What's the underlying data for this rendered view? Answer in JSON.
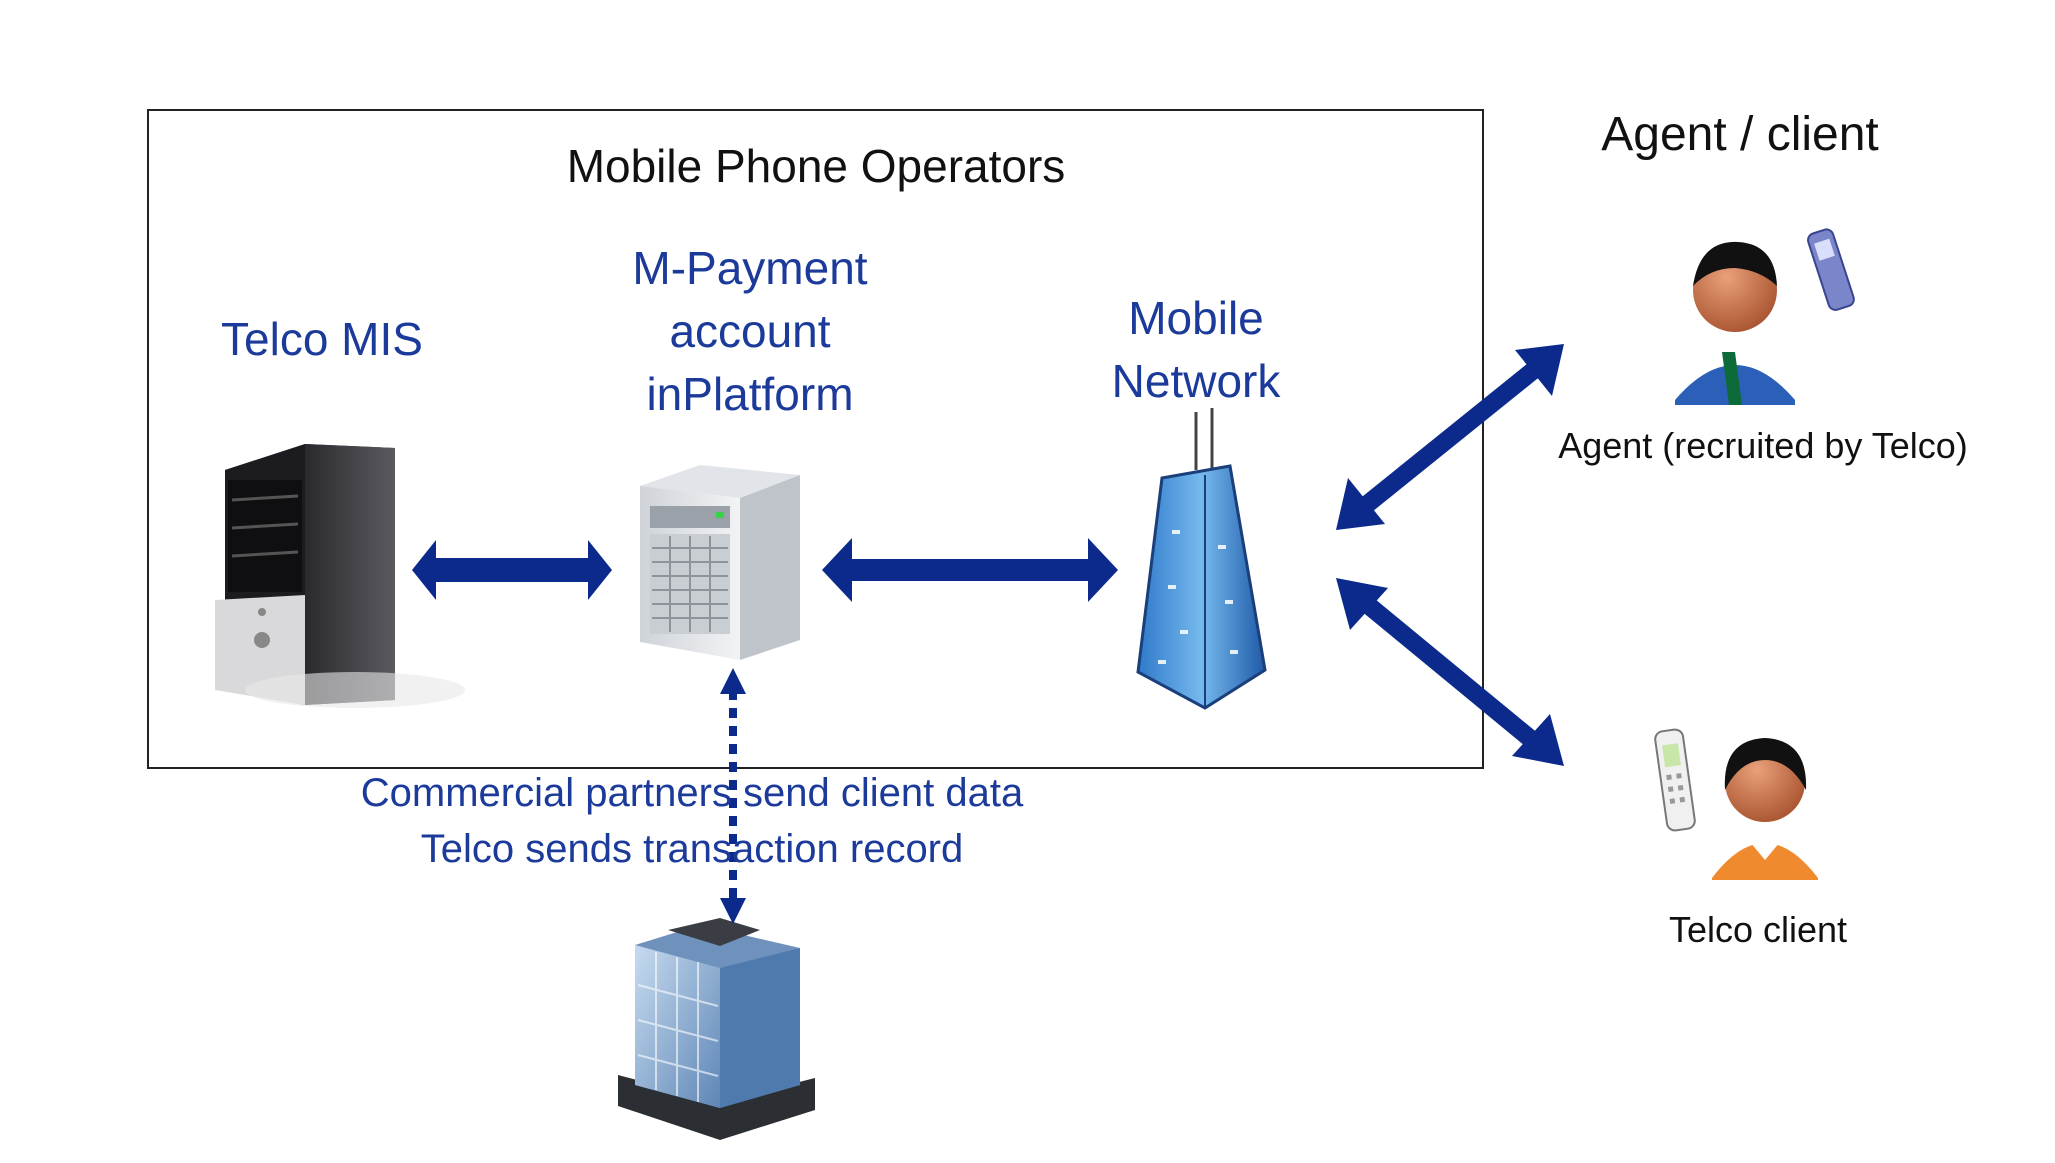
{
  "operators_box": {
    "title": "Mobile Phone Operators"
  },
  "nodes": {
    "telco_mis": {
      "label": "Telco MIS",
      "icon": "desktop-tower-icon"
    },
    "mpayment": {
      "label_lines": [
        "M-Payment",
        "account",
        "inPlatform"
      ],
      "icon": "server-icon"
    },
    "mobile_network": {
      "label_lines": [
        "Mobile",
        "Network"
      ],
      "icon": "network-tower-icon"
    },
    "commercial_partner": {
      "icon": "office-building-icon"
    }
  },
  "agent_client": {
    "heading": "Agent / client",
    "agent_label": "Agent (recruited by Telco)",
    "agent_icon": "agent-person-icon",
    "client_label": "Telco client",
    "client_icon": "client-person-icon"
  },
  "data_exchange": {
    "lines": [
      "Commercial partners send client data",
      "Telco sends transaction record"
    ]
  },
  "colors": {
    "label_blue": "#1b3a9a",
    "arrow_navy": "#0b2a8c",
    "box_border": "#222222"
  }
}
